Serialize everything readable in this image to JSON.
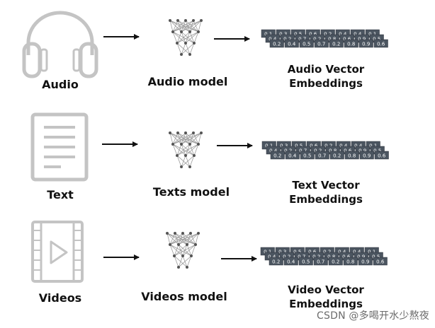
{
  "rows": [
    {
      "icon": "headphones-icon",
      "input_label": "Audio",
      "model_label": "Audio model",
      "embedding_line1": "Audio Vector",
      "embedding_line2": "Embeddings"
    },
    {
      "icon": "document-icon",
      "input_label": "Text",
      "model_label": "Texts model",
      "embedding_line1": "Text Vector",
      "embedding_line2": "Embeddings"
    },
    {
      "icon": "video-icon",
      "input_label": "Videos",
      "model_label": "Videos model",
      "embedding_line1": "Video Vector",
      "embedding_line2": "Embeddings"
    }
  ],
  "vector_values": [
    "0.2",
    "0.4",
    "0.5",
    "0.7",
    "0.2",
    "0.8",
    "0.9",
    "0.6"
  ],
  "vector_values_back": [
    "0.1",
    "0.3",
    "0.5",
    "0.6",
    "0.2",
    "0.4",
    "0.4",
    "0.1"
  ],
  "vector_values_mid": [
    "0.4",
    "0.2",
    "0.7",
    "0.2",
    "0.8",
    "0.6",
    "0.9",
    "0.5"
  ],
  "colors": {
    "icon_gray": "#c4c4c4",
    "cell_dark": "#4b5560",
    "cell_text": "#ffffff",
    "arrow": "#111111",
    "network_line": "#999999",
    "network_node": "#555555"
  },
  "watermark": "CSDN @多喝开水少熬夜"
}
